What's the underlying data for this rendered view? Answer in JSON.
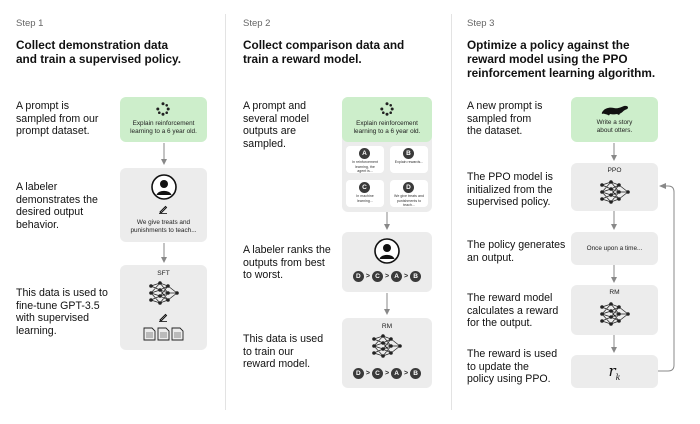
{
  "steps": [
    {
      "step_label": "Step 1",
      "title": [
        "Collect demonstration data",
        "and train a supervised policy."
      ],
      "descriptions": [
        [
          "A prompt is",
          "sampled from our",
          "prompt dataset."
        ],
        [
          "A labeler",
          "demonstrates the",
          "desired output",
          "behavior."
        ],
        [
          "This data is used to",
          "fine-tune GPT-3.5",
          "with supervised",
          "learning."
        ]
      ],
      "prompt_box": [
        "Explain reinforcement",
        "learning to a 6 year old."
      ],
      "labeler_box": [
        "We give treats and",
        "punishments to teach..."
      ],
      "model_label": "SFT"
    },
    {
      "step_label": "Step 2",
      "title": [
        "Collect comparison data and",
        "train a reward model."
      ],
      "descriptions": [
        [
          "A prompt and",
          "several model",
          "outputs are",
          "sampled."
        ],
        [
          "A labeler ranks the",
          "outputs from best",
          "to worst."
        ],
        [
          "This data is used",
          "to train our",
          "reward model."
        ]
      ],
      "prompt_box": [
        "Explain reinforcement",
        "learning to a 6 year old."
      ],
      "outputs": [
        {
          "badge": "A",
          "text": [
            "In reinforcement",
            "learning, the",
            "agent is..."
          ]
        },
        {
          "badge": "B",
          "text": [
            "Explain rewards..."
          ]
        },
        {
          "badge": "C",
          "text": [
            "In machine",
            "learning..."
          ]
        },
        {
          "badge": "D",
          "text": [
            "We give treats and",
            "punishments to",
            "teach..."
          ]
        }
      ],
      "ranking": [
        "D",
        "C",
        "A",
        "B"
      ],
      "ranking_separator": ">",
      "model_label": "RM"
    },
    {
      "step_label": "Step 3",
      "title": [
        "Optimize a policy against the",
        "reward model using the PPO",
        "reinforcement learning algorithm."
      ],
      "descriptions": [
        [
          "A new prompt is",
          "sampled from",
          "the dataset."
        ],
        [
          "The PPO model is",
          "initialized from the",
          "supervised policy."
        ],
        [
          "The policy generates",
          "an output."
        ],
        [
          "The reward model",
          "calculates a reward",
          "for the output."
        ],
        [
          "The reward is used",
          "to update the",
          "policy using PPO."
        ]
      ],
      "prompt_box": [
        "Write a story",
        "about otters."
      ],
      "policy_label": "PPO",
      "output_text": "Once upon a time...",
      "model_label": "RM",
      "reward_symbol": "r",
      "reward_subscript": "k"
    }
  ],
  "colors": {
    "prompt_box": "#cdeecb",
    "step_box": "#ececec",
    "accent_dark": "#3a3a3a"
  }
}
